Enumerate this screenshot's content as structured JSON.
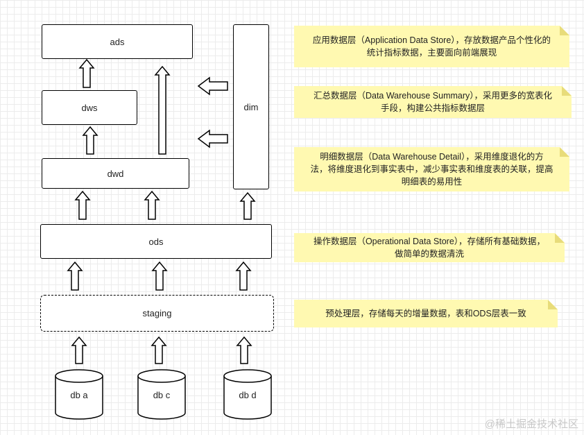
{
  "layers": {
    "ads": "ads",
    "dws": "dws",
    "dwd": "dwd",
    "dim": "dim",
    "ods": "ods",
    "staging": "staging"
  },
  "databases": [
    "db a",
    "db c",
    "db d"
  ],
  "notes": {
    "ads": "应用数据层（Application Data Store），存放数据产品个性化的\n统计指标数据，主要面向前端展现",
    "dws": "汇总数据层（Data Warehouse Summary），采用更多的宽表化\n手段，构建公共指标数据层",
    "dwd": "明细数据层（Data Warehouse Detail），采用维度退化的方\n法，将维度退化到事实表中，减少事实表和维度表的关联，提高\n明细表的易用性",
    "ods": "操作数据层（Operational Data Store），存储所有基础数据，\n做简单的数据清洗",
    "staging": "预处理层，存储每天的增量数据，表和ODS层表一致"
  },
  "watermark": "@稀土掘金技术社区",
  "colors": {
    "note_bg": "#fff9b1",
    "stroke": "#000000"
  }
}
